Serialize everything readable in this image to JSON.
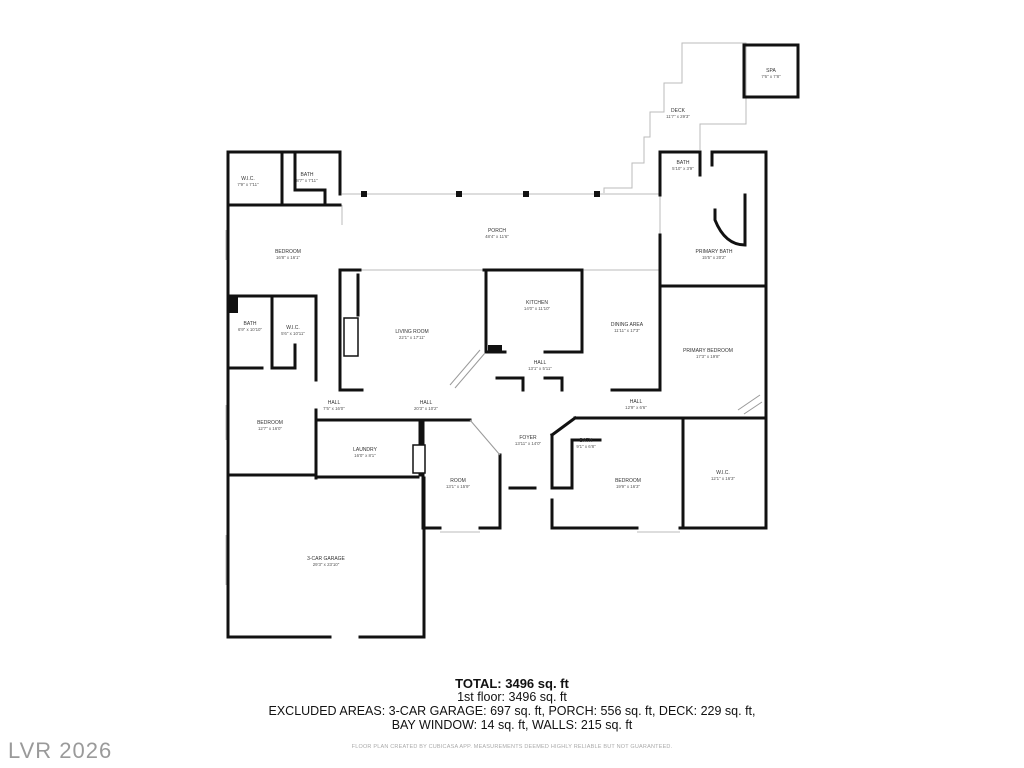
{
  "rooms": [
    {
      "id": "spa",
      "name": "SPA",
      "dim": "7'6\" x 7'8\""
    },
    {
      "id": "deck",
      "name": "DECK",
      "dim": "11'7\" x 29'3\""
    },
    {
      "id": "wic_nw",
      "name": "W.I.C.",
      "dim": "7'9\" x 7'11\""
    },
    {
      "id": "bath_nw",
      "name": "BATH",
      "dim": "8'7\" x 7'11\""
    },
    {
      "id": "bath_ne",
      "name": "BATH",
      "dim": "5'10\" x 3'9\""
    },
    {
      "id": "porch",
      "name": "PORCH",
      "dim": "48'4\" x 11'6\""
    },
    {
      "id": "bedroom_nw",
      "name": "BEDROOM",
      "dim": "16'8\" x 16'1\""
    },
    {
      "id": "primary_bath",
      "name": "PRIMARY BATH",
      "dim": "15'5\" x 20'2\""
    },
    {
      "id": "kitchen",
      "name": "KITCHEN",
      "dim": "14'0\" x 11'10\""
    },
    {
      "id": "bath_w",
      "name": "BATH",
      "dim": "6'9\" x 10'10\""
    },
    {
      "id": "wic_w",
      "name": "W.I.C.",
      "dim": "5'6\" x 10'11\""
    },
    {
      "id": "living",
      "name": "LIVING ROOM",
      "dim": "22'1\" x 17'11\""
    },
    {
      "id": "dining",
      "name": "DINING AREA",
      "dim": "11'11\" x 17'3\""
    },
    {
      "id": "primary_bed",
      "name": "PRIMARY BEDROOM",
      "dim": "17'3\" x 19'8\""
    },
    {
      "id": "hall_k",
      "name": "HALL",
      "dim": "13'1\" x 5'11\""
    },
    {
      "id": "hall_w",
      "name": "HALL",
      "dim": "7'5\" x 16'0\""
    },
    {
      "id": "hall_c",
      "name": "HALL",
      "dim": "20'3\" x 10'2\""
    },
    {
      "id": "hall_e",
      "name": "HALL",
      "dim": "12'9\" x 6'6\""
    },
    {
      "id": "bedroom_w",
      "name": "BEDROOM",
      "dim": "12'7\" x 16'0\""
    },
    {
      "id": "foyer",
      "name": "FOYER",
      "dim": "13'11\" x 14'0\""
    },
    {
      "id": "bath_s",
      "name": "BATH",
      "dim": "9'1\" x 6'8\""
    },
    {
      "id": "laundry",
      "name": "LAUNDRY",
      "dim": "16'0\" x 8'1\""
    },
    {
      "id": "wic_e",
      "name": "W.I.C.",
      "dim": "12'1\" x 16'3\""
    },
    {
      "id": "room",
      "name": "ROOM",
      "dim": "13'1\" x 15'9\""
    },
    {
      "id": "bedroom_s",
      "name": "BEDROOM",
      "dim": "19'9\" x 16'3\""
    },
    {
      "id": "garage",
      "name": "3-CAR GARAGE",
      "dim": "29'3\" x 23'10\""
    }
  ],
  "summary": {
    "total": "TOTAL: 3496 sq. ft",
    "floor": "1st floor: 3496 sq. ft",
    "excluded_line1": "EXCLUDED AREAS: 3-CAR GARAGE: 697 sq. ft, PORCH: 556 sq. ft, DECK: 229 sq. ft,",
    "excluded_line2": "BAY WINDOW: 14 sq. ft, WALLS: 215 sq. ft"
  },
  "disclaimer": "FLOOR PLAN CREATED BY CUBICASA APP. MEASUREMENTS DEEMED HIGHLY RELIABLE BUT NOT GUARANTEED.",
  "watermark": "LVR 2026",
  "colors": {
    "wall": "#111111",
    "thin": "#bbbbbb",
    "background": "#ffffff"
  }
}
